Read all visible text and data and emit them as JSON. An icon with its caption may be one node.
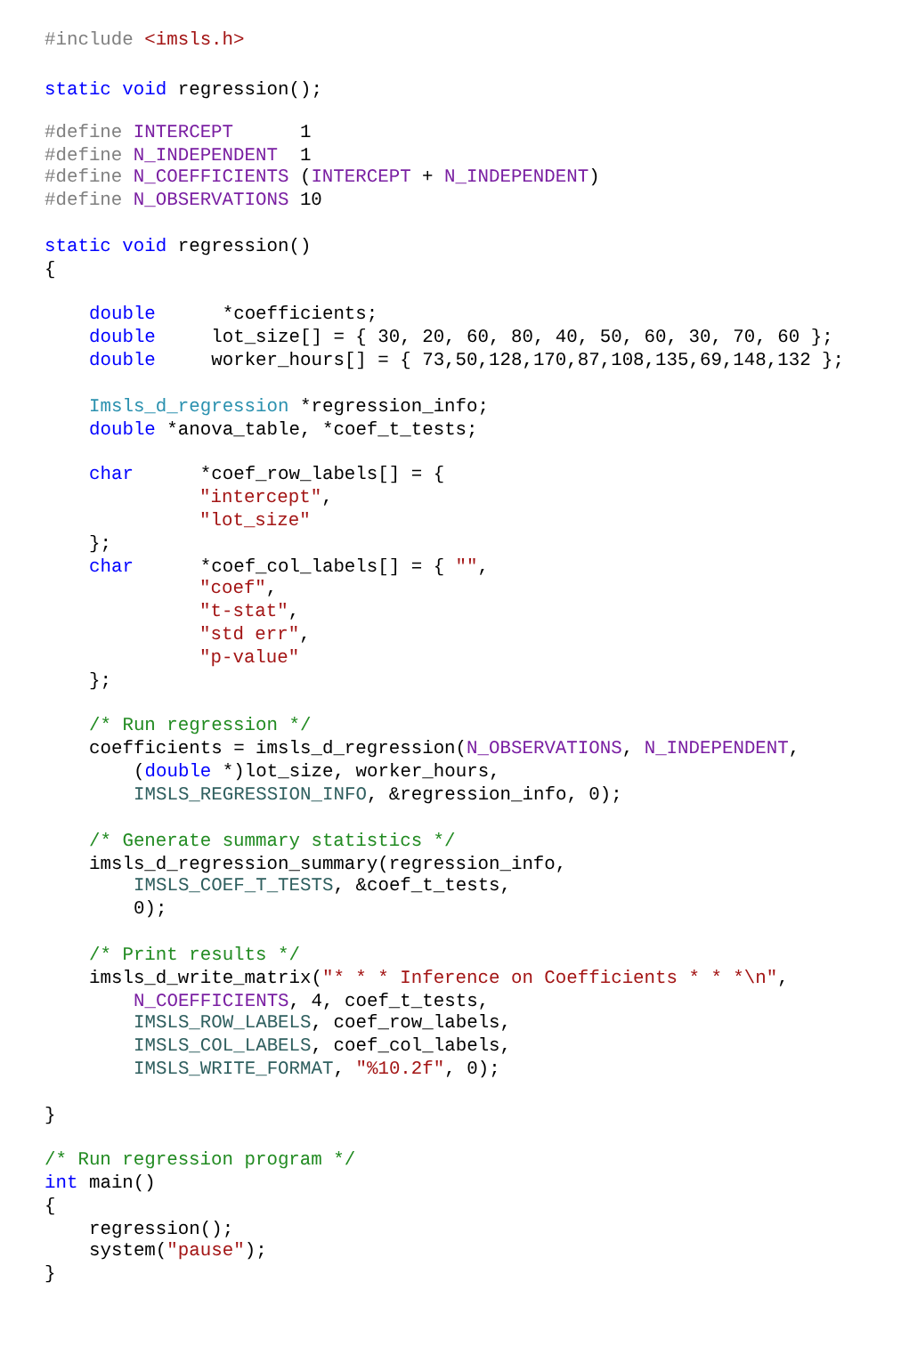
{
  "diagram": {
    "labels": [
      "#include <imsls.h>",
      "static void regression();",
      "#define INTERCEPT      1",
      "#define N_INDEPENDENT  1",
      "#define N_COEFFICIENTS (INTERCEPT + N_INDEPENDENT)",
      "#define N_OBSERVATIONS 10",
      "static void regression()",
      "{",
      "double      *coefficients;",
      "double     lot_size[] = { 30, 20, 60, 80, 40, 50, 60, 30, 70, 60 };",
      "double     worker_hours[] = { 73,50,128,170,87,108,135,69,148,132 };",
      "Imsls_d_regression *regression_info;",
      "double *anova_table, *coef_t_tests;",
      "char      *coef_row_labels[] = {",
      "\"intercept\",",
      "\"lot_size\"",
      "};",
      "char      *coef_col_labels[] = { \"\",",
      "\"coef\",",
      "\"t-stat\",",
      "\"std err\",",
      "\"p-value\"",
      "};",
      "/* Run regression */",
      "coefficients = imsls_d_regression(N_OBSERVATIONS, N_INDEPENDENT,",
      "(double *)lot_size, worker_hours,",
      "IMSLS_REGRESSION_INFO, &regression_info, 0);",
      "/* Generate summary statistics */",
      "imsls_d_regression_summary(regression_info,",
      "IMSLS_COEF_T_TESTS, &coef_t_tests,",
      "0);",
      "/* Print results */",
      "imsls_d_write_matrix(\"* * * Inference on Coefficients * * *\\n\",",
      "N_COEFFICIENTS, 4, coef_t_tests,",
      "IMSLS_ROW_LABELS, coef_row_labels,",
      "IMSLS_COL_LABELS, coef_col_labels,",
      "IMSLS_WRITE_FORMAT, \"%10.2f\", 0);",
      "}",
      "/* Run regression program */",
      "int main()",
      "{",
      "regression();",
      "system(\"pause\");",
      "}"
    ]
  }
}
